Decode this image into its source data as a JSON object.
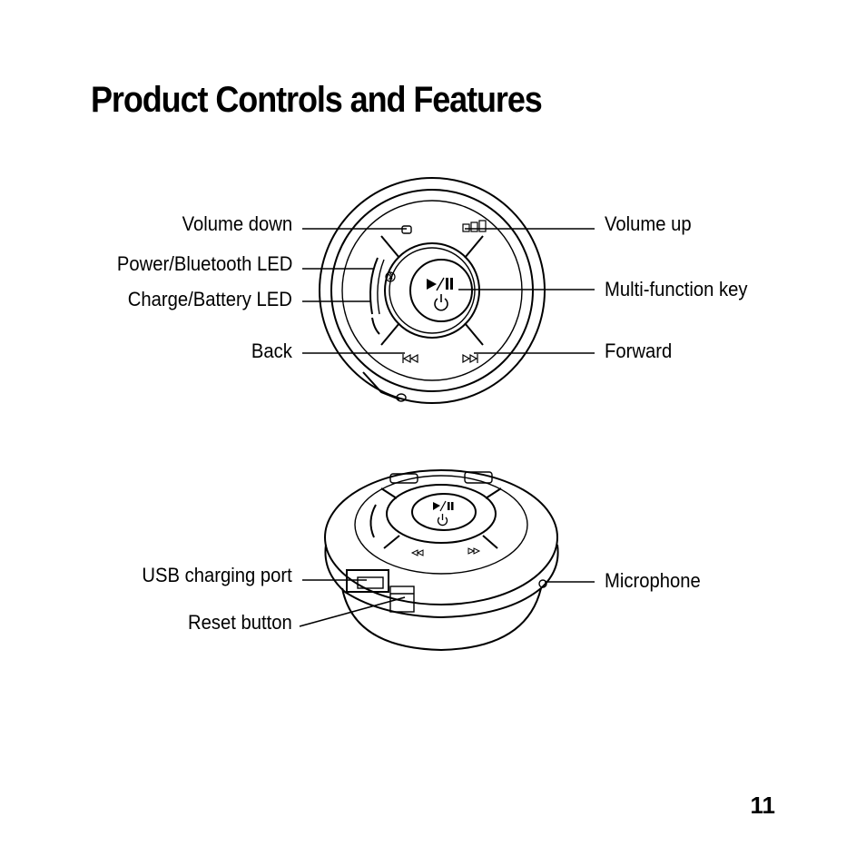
{
  "page": {
    "title": "Product Controls and Features",
    "page_number": "11"
  },
  "top_view": {
    "labels": {
      "volume_down": "Volume down",
      "power_bluetooth_led": "Power/Bluetooth LED",
      "charge_battery_led": "Charge/Battery LED",
      "back": "Back",
      "volume_up": "Volume up",
      "multi_function_key": "Multi-function key",
      "forward": "Forward"
    }
  },
  "side_view": {
    "labels": {
      "usb_charging_port": "USB charging port",
      "reset_button": "Reset button",
      "microphone": "Microphone"
    }
  },
  "icons": [
    "play-pause-icon",
    "power-icon",
    "bluetooth-icon",
    "back-icon",
    "forward-icon",
    "volume-up-icon",
    "volume-down-icon"
  ]
}
